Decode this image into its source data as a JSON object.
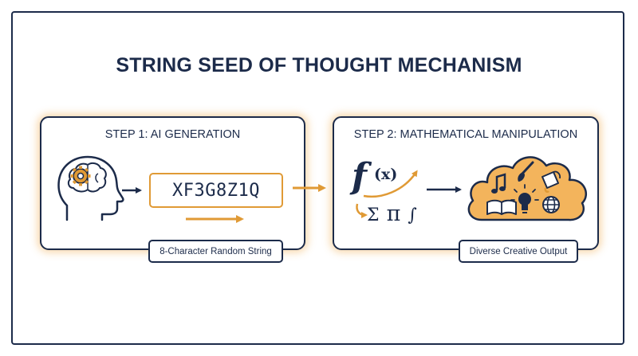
{
  "title": "STRING SEED OF THOUGHT MECHANISM",
  "step1": {
    "title": "STEP 1: AI GENERATION",
    "code": "XF3G8Z1Q",
    "caption": "8-Character Random String",
    "icons": [
      "head-brain-gear-icon",
      "arrow-right-icon"
    ]
  },
  "step2": {
    "title": "STEP 2: MATHEMATICAL MANIPULATION",
    "function_f": "f",
    "function_x": "(x)",
    "symbols_sigma": "Σ",
    "symbols_pi": "π",
    "symbols_int": "∫",
    "caption": "Diverse Creative Output",
    "icons": [
      "cloud-icon",
      "music-note-icon",
      "paintbrush-icon",
      "paint-bucket-icon",
      "book-icon",
      "lightbulb-icon",
      "globe-icon"
    ]
  },
  "colors": {
    "navy": "#1c2b4a",
    "accent": "#e09a35",
    "cloud_fill": "#f3b45c",
    "glow": "#efa848"
  }
}
